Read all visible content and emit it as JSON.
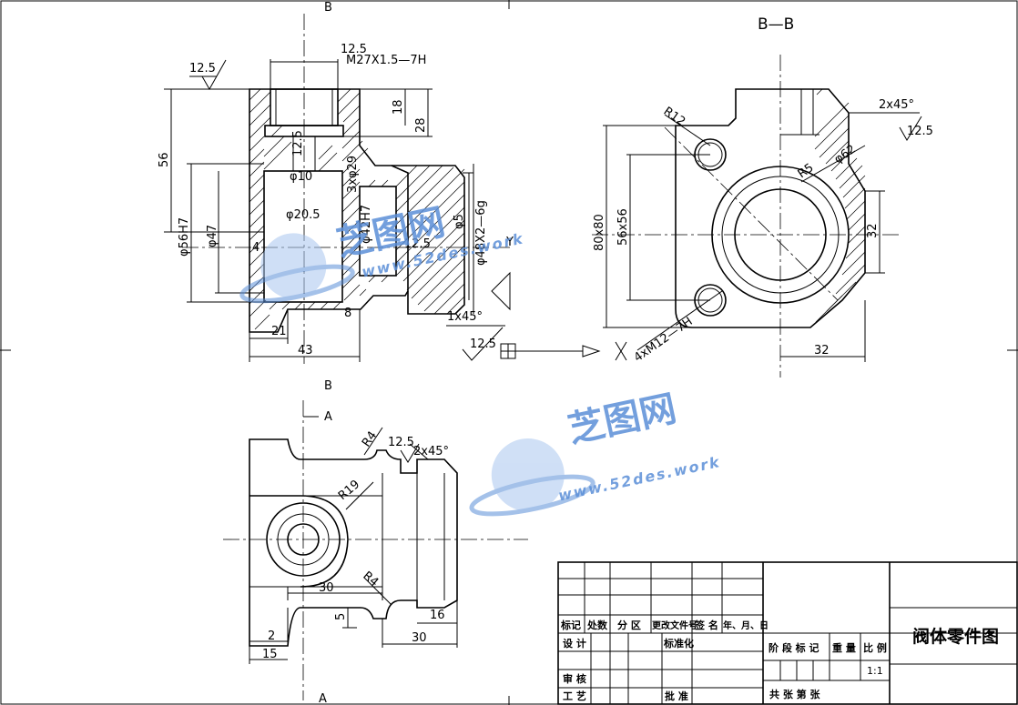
{
  "views": {
    "section_title": "B—B",
    "section_mark_top": "B",
    "section_mark_bottom": "B",
    "arrow_mark_a_top": "A",
    "arrow_mark_a_bottom": "A"
  },
  "front_view_dims": {
    "thread_top": "M27X1.5—7H",
    "rough_top": "12.5",
    "rough_left": "12.5",
    "d18": "18",
    "d28": "28",
    "d56": "56",
    "d12_5": "12.5",
    "d_phi10": "φ10",
    "d_phi20": "φ20.5",
    "d3xphi29": "3xφ29",
    "d_phi42": "φ42H7",
    "d_phi56": "φ56H7",
    "d_phi47": "φ47",
    "d4": "4",
    "d_phi5": "φ5",
    "d_thread_48": "φ48X2—6g",
    "rough_mid": "12.5",
    "d8": "8",
    "d21": "21",
    "d43": "43",
    "chamfer_1x45": "1x45°",
    "rough_bottom": "12.5"
  },
  "section_view_dims": {
    "r12": "R12",
    "chamfer_2x45": "2x45°",
    "rough": "12.5",
    "phi62": "φ62",
    "r5": "R5",
    "d80x80": "80x80",
    "d56x56": "56x56",
    "d32_v": "32",
    "d32_h": "32",
    "thread_4x": "4xM12—7H"
  },
  "top_view_dims": {
    "r4_top": "R4",
    "rough": "12.5",
    "chamfer": "2x45°",
    "r19": "R19",
    "r4_bottom": "R4",
    "d30_top": "30",
    "d5": "5",
    "d16": "16",
    "d2": "2",
    "d15": "15",
    "d30_bottom": "30"
  },
  "title_block": {
    "part_name": "阀体零件图",
    "row_labels": [
      "标记",
      "处数",
      "分 区",
      "更改文件号",
      "签 名",
      "年、月、日"
    ],
    "design": "设 计",
    "standardize": "标准化",
    "review": "审 核",
    "process": "工 艺",
    "approve": "批 准",
    "stage_mark": "阶 段 标 记",
    "weight": "重 量",
    "scale_label": "比 例",
    "scale_value": "1:1",
    "sheets": "共    张  第    张"
  },
  "watermark": {
    "cn": "芝图网",
    "url": "www.52des.work"
  }
}
